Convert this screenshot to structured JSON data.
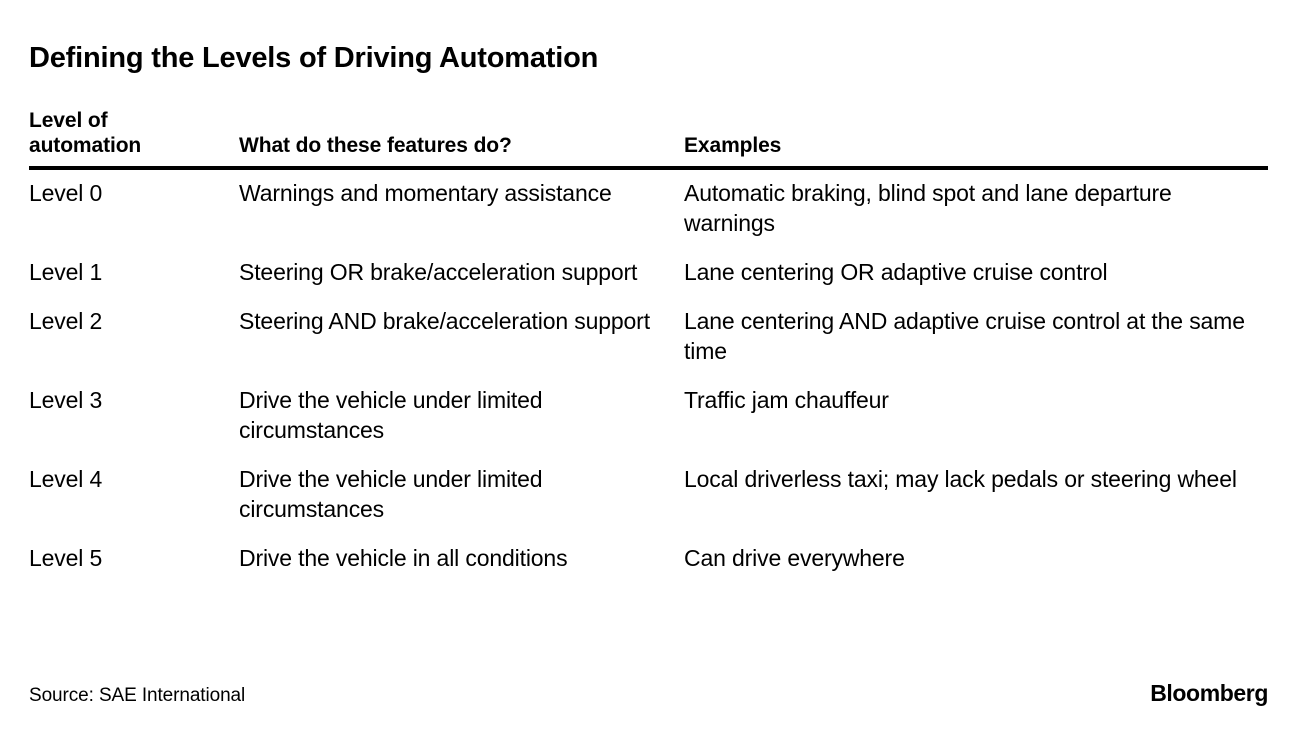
{
  "title": "Defining the Levels of Driving Automation",
  "table": {
    "headers": [
      "Level of\nautomation",
      "What do these features do?",
      "Examples"
    ],
    "header_col1_line1": "Level of",
    "header_col1_line2": "automation",
    "rows": [
      {
        "level": "Level 0",
        "features": "Warnings and momentary assistance",
        "examples": "Automatic braking, blind spot and lane departure warnings"
      },
      {
        "level": "Level 1",
        "features": "Steering OR brake/acceleration support",
        "examples": "Lane centering OR adaptive cruise control"
      },
      {
        "level": "Level 2",
        "features": "Steering AND brake/acceleration support",
        "examples": "Lane centering AND adaptive cruise control at the same time"
      },
      {
        "level": "Level 3",
        "features": "Drive the vehicle under limited circumstances",
        "examples": "Traffic jam chauffeur"
      },
      {
        "level": "Level 4",
        "features": "Drive the vehicle under limited circumstances",
        "examples": "Local driverless taxi; may lack pedals or steering wheel"
      },
      {
        "level": "Level 5",
        "features": "Drive the vehicle in all conditions",
        "examples": "Can drive everywhere"
      }
    ]
  },
  "footer": {
    "source": "Source: SAE International",
    "brand": "Bloomberg"
  },
  "colors": {
    "background": "#ffffff",
    "text": "#000000",
    "rule": "#000000"
  }
}
